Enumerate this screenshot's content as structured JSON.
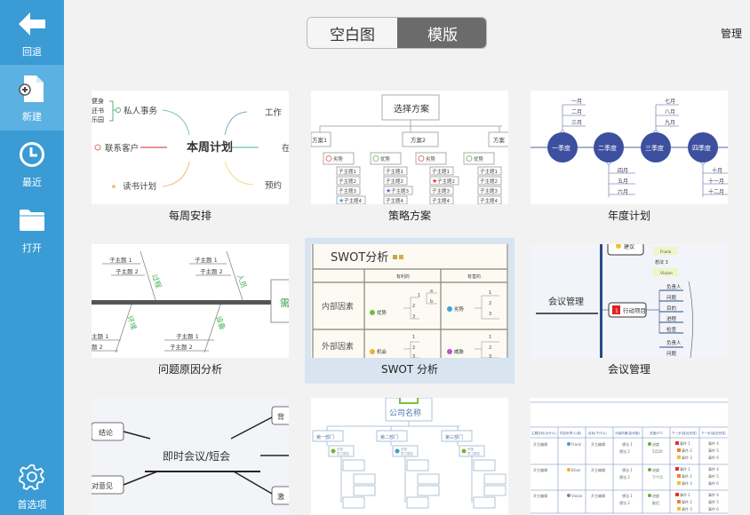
{
  "sidebar": {
    "items": [
      {
        "label": "回退",
        "icon": "back-arrow-icon"
      },
      {
        "label": "新建",
        "icon": "new-file-icon",
        "active": true
      },
      {
        "label": "最近",
        "icon": "clock-icon"
      },
      {
        "label": "打开",
        "icon": "folder-icon"
      }
    ],
    "bottom": {
      "label": "首选项",
      "icon": "gear-icon"
    }
  },
  "header": {
    "tabs": [
      {
        "label": "空白图",
        "active": false
      },
      {
        "label": "模版",
        "active": true
      }
    ],
    "manage_label": "管理"
  },
  "colors": {
    "sidebar_bg": "#3a9bd5",
    "sidebar_active": "#5ab1e2",
    "tab_active_bg": "#6b6b6b",
    "selected_card": "#d9e4f1",
    "timeline_circle": "#3d4f9f"
  },
  "templates": [
    {
      "label": "每周安排",
      "preview": {
        "center": "本周计划",
        "left": [
          "私人事务",
          "联系客户",
          "读书计划"
        ],
        "right": [
          "工作",
          "在",
          "预约"
        ],
        "sub": [
          "健身",
          "还书",
          "乐园"
        ]
      }
    },
    {
      "label": "策略方案",
      "preview": {
        "root": "选择方案",
        "plans": [
          "方案1",
          "方案2",
          "方案"
        ],
        "tags": [
          "劣势",
          "优势",
          "劣势",
          "优势"
        ],
        "subs": [
          "子主题1",
          "子主题2",
          "子主题3",
          "子主题4"
        ],
        "fragment": "2"
      }
    },
    {
      "label": "年度计划",
      "preview": {
        "quarters": [
          "一季度",
          "二季度",
          "三季度",
          "四季度"
        ],
        "q1": [
          "一月",
          "二月",
          "三月"
        ],
        "q2": [
          "四月",
          "五月",
          "六月"
        ],
        "q3": [
          "七月",
          "八月",
          "九月"
        ],
        "q4": [
          "十月",
          "十一月",
          "十二月"
        ]
      }
    },
    {
      "label": "问题原因分析",
      "preview": {
        "subs": [
          "子主题 1",
          "子主题 2"
        ],
        "bones": [
          "过程",
          "人员",
          "环境",
          "设备"
        ],
        "partial_sub": [
          "主题 1",
          "题 2"
        ],
        "head": "需"
      }
    },
    {
      "label": "SWOT 分析",
      "selected": true,
      "preview": {
        "title": "SWOT分析",
        "cols": [
          "有利的",
          "有害的"
        ],
        "rows": [
          "内部因素",
          "外部因素"
        ],
        "cells": [
          "优势",
          "劣势",
          "机会",
          "威胁"
        ],
        "nums": [
          "1",
          "2",
          "3"
        ],
        "ab": [
          "a",
          "b"
        ]
      }
    },
    {
      "label": "会议管理",
      "preview": {
        "root": "会议管理",
        "top": "建议",
        "notes": [
          "Frank",
          "想法 3",
          "Vivian"
        ],
        "action": "行动项目",
        "action_num": "1",
        "items": [
          "负责人",
          "问题",
          "目的",
          "进程",
          "检查"
        ],
        "items2": [
          "负责人",
          "问题"
        ]
      }
    },
    {
      "label": "",
      "preview": {
        "center": "即时会议/短会",
        "left": [
          "结论",
          "对意见"
        ],
        "right": [
          "背",
          "激"
        ]
      }
    },
    {
      "label": "",
      "preview": {
        "root": "公司名称",
        "depts": [
          "第一部门",
          "第二部门",
          "第三部门"
        ],
        "role": "头衔",
        "name": "员工姓名"
      }
    },
    {
      "label": "",
      "preview": {
        "headers": [
          "主题目标(为什么)",
          "项目负责人(谁)",
          "目标(干什么)",
          "头脑风暴(如何做)",
          "进度/ETC",
          "下一步(接近完成)",
          "下一步(接近完成)"
        ],
        "rows": [
          {
            "topic": "开主编辑",
            "owner": "Frank",
            "goal": "开主编辑",
            "ideas": [
              "想法 1",
              "想法 2"
            ],
            "progress": [
              "进度",
              "5月20"
            ],
            "next1": [
              "事件 1",
              "事件 2",
              "事件 3"
            ],
            "next2": [
              "事件 4",
              "事件 5",
              "事件 6"
            ]
          },
          {
            "topic": "开主编辑",
            "owner": "Brian",
            "goal": "开主编辑",
            "ideas": [
              "想法 1",
              "想法 2"
            ],
            "progress": [
              "进度",
              "下个月"
            ],
            "next1": [
              "事件 1",
              "事件 2",
              "事件 3"
            ],
            "next2": [
              "事件 4",
              "事件 5",
              "事件 6"
            ]
          },
          {
            "topic": "开主编辑",
            "owner": "Vivian",
            "goal": "开主编辑",
            "ideas": [
              "想法 1",
              "想法 2"
            ],
            "progress": [
              "进度",
              "推迟"
            ],
            "next1": [
              "事件 1",
              "事件 2",
              "事件 3"
            ],
            "next2": [
              "事件 4",
              "事件 5",
              "事件 6"
            ]
          }
        ]
      }
    }
  ]
}
